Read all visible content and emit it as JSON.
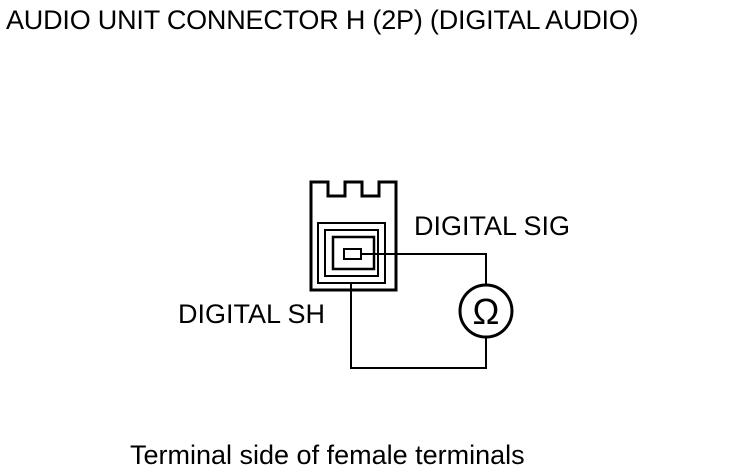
{
  "title": "AUDIO UNIT CONNECTOR H (2P) (DIGITAL AUDIO)",
  "labels": {
    "digital_sig": "DIGITAL SIG",
    "digital_sh": "DIGITAL SH"
  },
  "meter_symbol": "Ω",
  "caption": "Terminal side of female terminals",
  "icons": {
    "connector": "connector-icon",
    "meter": "ohmmeter-icon"
  }
}
